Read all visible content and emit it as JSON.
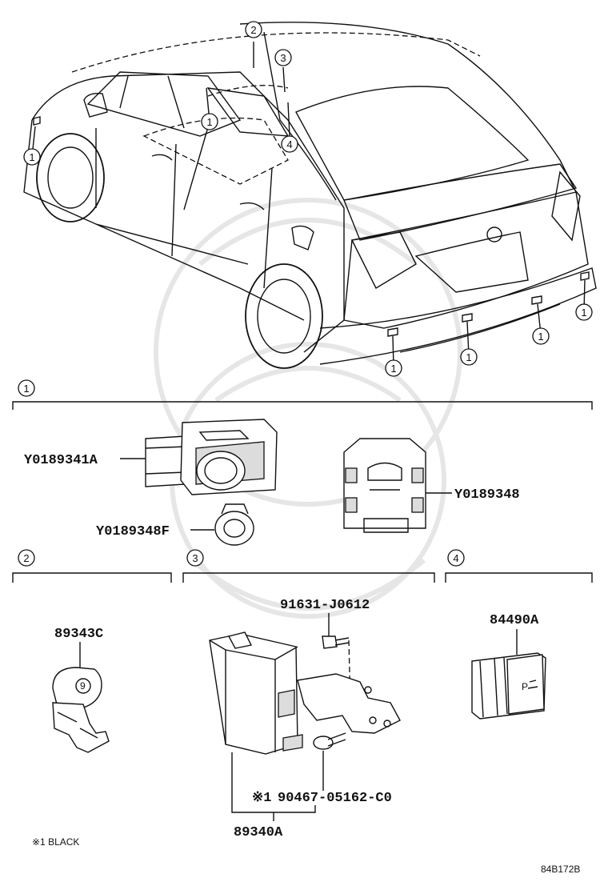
{
  "callouts": {
    "c1": "1",
    "c2": "2",
    "c3": "3",
    "c4": "4"
  },
  "parts": {
    "sensor_main": "Y0189341A",
    "sensor_retainer": "Y0189348",
    "sensor_ring": "Y0189348F",
    "sensor_2": "89343C",
    "bolt": "91631-J0612",
    "switch": "84490A",
    "clip": "90467-05162-C0",
    "clip_mark": "※1",
    "ecu": "89340A"
  },
  "switch_glyph": "P",
  "footnote": "※1 BLACK",
  "diagram_code": "84B172B"
}
